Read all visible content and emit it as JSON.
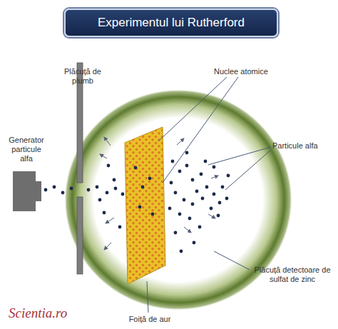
{
  "diagram": {
    "title": "Experimentul lui Rutherford",
    "labels": [
      "Plăcuță de plumb",
      "Generator particule alfa",
      "Nuclee atomice",
      "Particule alfa",
      "Plăcuță detectoare de sulfat de zinc",
      "Foiță de aur",
      "Scientia.ro"
    ]
  }
}
